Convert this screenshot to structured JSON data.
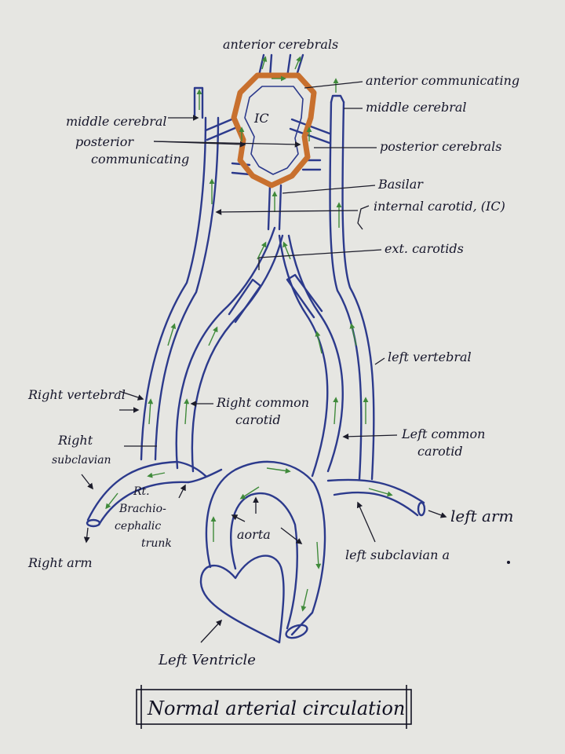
{
  "title": "Normal arterial circulation",
  "labels": {
    "anterior_cerebrals": "anterior cerebrals",
    "anterior_communicating": "anterior communicating",
    "middle_cerebral_left": "middle cerebral",
    "middle_cerebral_right": "middle cerebral",
    "posterior_communicating_1": "posterior",
    "posterior_communicating_2": "communicating",
    "posterior_cerebrals": "posterior cerebrals",
    "basilar": "Basilar",
    "internal_carotid": "internal carotid, (IC)",
    "ext_carotids": "ext. carotids",
    "left_vertebral": "left vertebral",
    "right_vertebral": "Right vertebral",
    "right_common_carotid_1": "Right common",
    "right_common_carotid_2": "carotid",
    "left_common_carotid_1": "Left common",
    "left_common_carotid_2": "carotid",
    "right_subclavian_1": "Right",
    "right_subclavian_2": "subclavian",
    "brachiocephalic_1": "Rt.",
    "brachiocephalic_2": "Brachio-",
    "brachiocephalic_3": "cephalic",
    "brachiocephalic_4": "trunk",
    "aorta": "aorta",
    "left_subclavian": "left subclavian a",
    "right_arm": "Right arm",
    "left_arm": "left arm",
    "left_ventricle": "Left Ventricle",
    "ic_inner": "IC"
  }
}
